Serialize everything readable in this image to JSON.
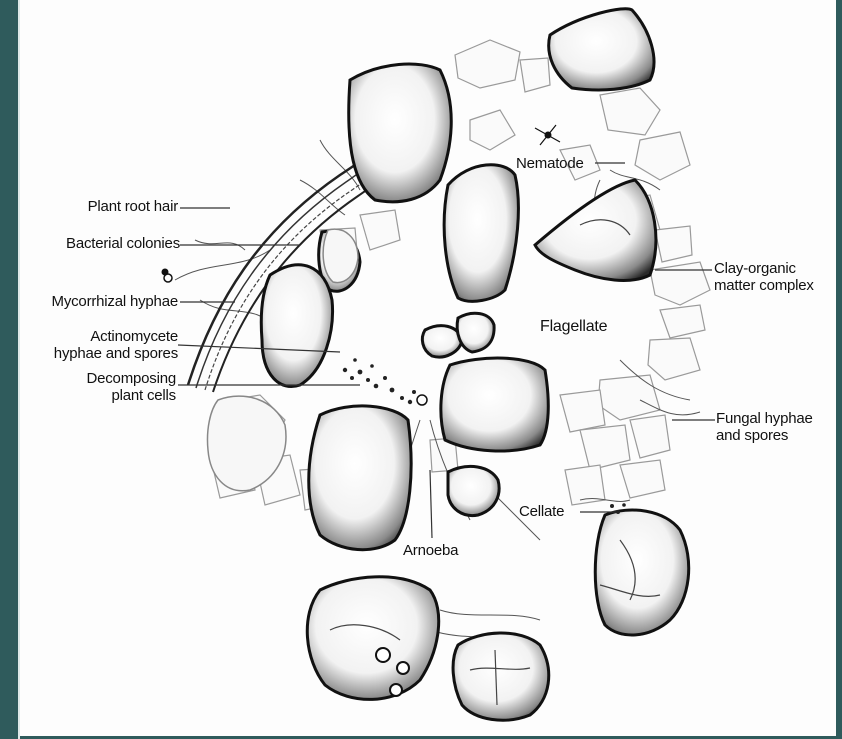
{
  "diagram": {
    "labels": {
      "plant_root_hair": "Plant root hair",
      "bacterial_colonies": "Bacterial colonies",
      "mycorrhizal_hyphae": "Mycorrhizal hyphae",
      "actinomycete": "Actinomycete\nhyphae and spores",
      "decomposing": "Decomposing\nplant cells",
      "nematode": "Nematode",
      "clay_organic": "Clay-organic\nmatter complex",
      "flagellate": "Flagellate",
      "fungal": "Fungal hyphae\nand spores",
      "cellate": "Cellate",
      "amoeba": "Arnoeba"
    }
  }
}
